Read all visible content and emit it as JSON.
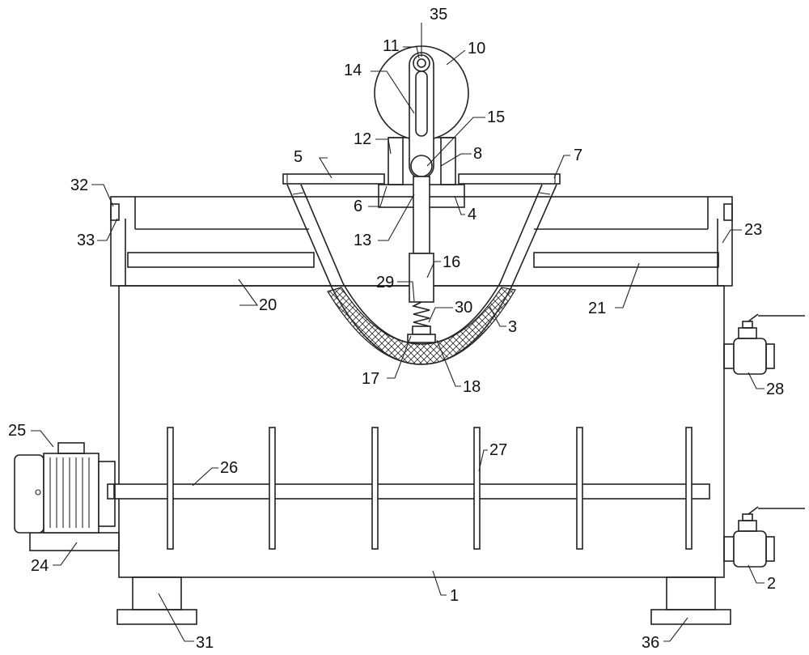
{
  "labels": {
    "l35": "35",
    "l11": "11",
    "l10": "10",
    "l14": "14",
    "l15": "15",
    "l12": "12",
    "l8": "8",
    "l5": "5",
    "l7": "7",
    "l32": "32",
    "l6": "6",
    "l4": "4",
    "l33": "33",
    "l23": "23",
    "l13": "13",
    "l16": "16",
    "l29": "29",
    "l30": "30",
    "l20": "20",
    "l21": "21",
    "l3": "3",
    "l17": "17",
    "l18": "18",
    "l28": "28",
    "l25": "25",
    "l26": "26",
    "l27": "27",
    "l24": "24",
    "l2": "2",
    "l1": "1",
    "l31": "31",
    "l36": "36"
  },
  "colors": {
    "stroke": "#222222",
    "background": "#ffffff"
  }
}
